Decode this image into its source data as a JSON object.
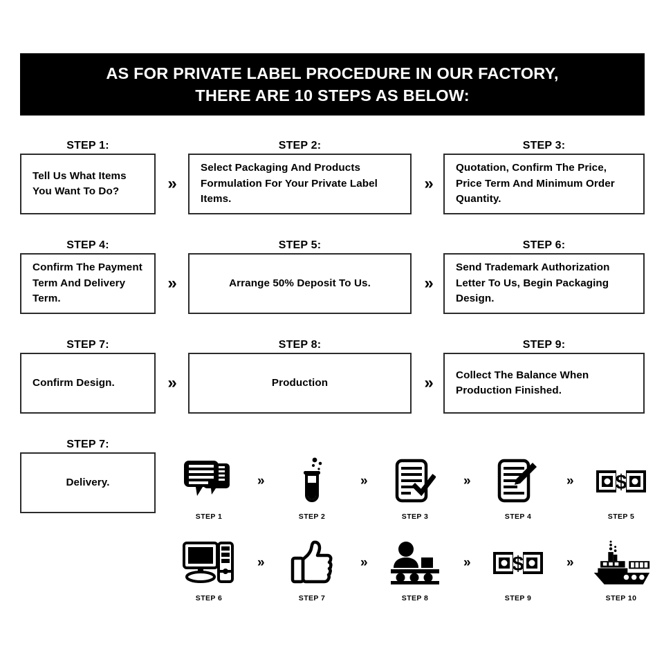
{
  "banner": {
    "line1": "AS FOR PRIVATE LABEL PROCEDURE IN OUR FACTORY,",
    "line2": "THERE ARE 10 STEPS AS BELOW:",
    "background": "#000000",
    "text_color": "#ffffff"
  },
  "arrow_glyph": "»",
  "flow": {
    "rows": [
      {
        "cells": [
          {
            "label": "STEP 1:",
            "text": "Tell Us What Items You Want To Do?",
            "align": "left"
          },
          {
            "label": "STEP 2:",
            "text": "Select Packaging And Products Formulation For Your Private Label Items.",
            "align": "left"
          },
          {
            "label": "STEP 3:",
            "text": "Quotation, Confirm The Price, Price Term And Minimum Order Quantity.",
            "align": "left"
          }
        ]
      },
      {
        "cells": [
          {
            "label": "STEP 4:",
            "text": "Confirm The Payment Term And Delivery Term.",
            "align": "left"
          },
          {
            "label": "STEP 5:",
            "text": "Arrange 50% Deposit To Us.",
            "align": "center"
          },
          {
            "label": "STEP 6:",
            "text": "Send Trademark Authorization Letter To Us, Begin  Packaging Design.",
            "align": "left"
          }
        ]
      },
      {
        "cells": [
          {
            "label": "STEP 7:",
            "text": "Confirm Design.",
            "align": "left"
          },
          {
            "label": "STEP 8:",
            "text": "Production",
            "align": "center"
          },
          {
            "label": "STEP 9:",
            "text": "Collect The Balance When Production Finished.",
            "align": "left"
          }
        ]
      },
      {
        "cells": [
          {
            "label": "STEP 7:",
            "text": "Delivery.",
            "align": "center"
          }
        ]
      }
    ]
  },
  "icon_strip": {
    "row1": [
      {
        "caption": "STEP 1",
        "icon": "chat-bubbles-icon"
      },
      {
        "caption": "STEP 2",
        "icon": "test-tube-icon"
      },
      {
        "caption": "STEP 3",
        "icon": "document-check-icon"
      },
      {
        "caption": "STEP 4",
        "icon": "document-pen-icon"
      },
      {
        "caption": "STEP 5",
        "icon": "banknote-dollar-icon"
      }
    ],
    "row2": [
      {
        "caption": "STEP 6",
        "icon": "desktop-computer-icon"
      },
      {
        "caption": "STEP 7",
        "icon": "thumbs-up-icon"
      },
      {
        "caption": "STEP 8",
        "icon": "conveyor-belt-worker-icon"
      },
      {
        "caption": "STEP 9",
        "icon": "banknote-dollar-icon"
      },
      {
        "caption": "STEP 10",
        "icon": "cargo-ship-icon"
      }
    ]
  }
}
